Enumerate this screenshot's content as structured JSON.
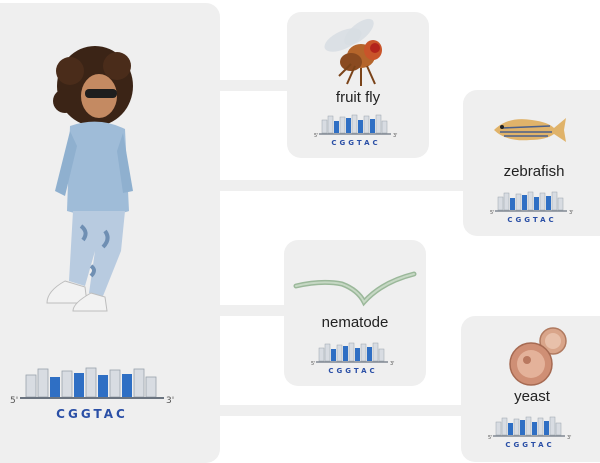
{
  "human": {
    "sequence": "CGGTAC",
    "five_prime": "5'",
    "three_prime": "3'"
  },
  "organisms": [
    {
      "name": "fruit fly",
      "sequence": "CGGTAC",
      "five_prime": "5'",
      "three_prime": "3'",
      "icon": "fruit-fly"
    },
    {
      "name": "zebrafish",
      "sequence": "CGGTAC",
      "five_prime": "5'",
      "three_prime": "3'",
      "icon": "zebrafish"
    },
    {
      "name": "nematode",
      "sequence": "CGGTAC",
      "five_prime": "5'",
      "three_prime": "3'",
      "icon": "nematode-worm"
    },
    {
      "name": "yeast",
      "sequence": "CGGTAC",
      "five_prime": "5'",
      "three_prime": "3'",
      "icon": "yeast-cells"
    }
  ],
  "colors": {
    "panel": "#efefef",
    "sequence_text": "#2a4fa6",
    "blue_bar": "#2f6fc4",
    "gray_bar": "#d8dce2"
  }
}
